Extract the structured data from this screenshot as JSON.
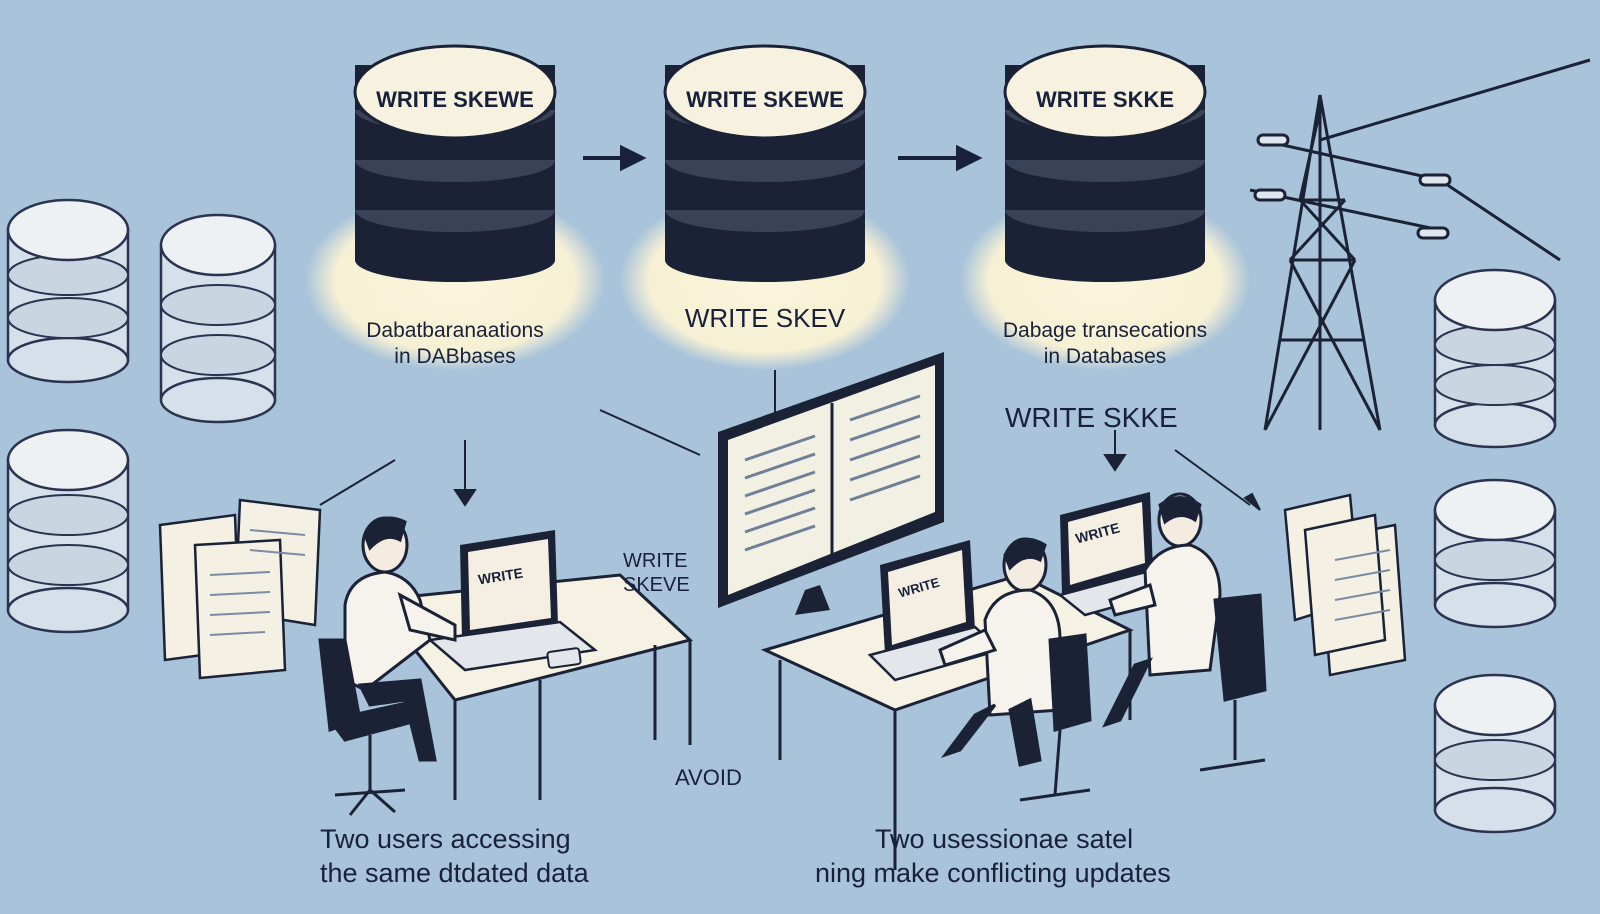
{
  "colors": {
    "background": "#a9c4da",
    "ink": "#18203a",
    "cream": "#f6f2df",
    "pale_disk": "#dfe8f0"
  },
  "top_databases": [
    {
      "label": "WRITE SKEWE",
      "caption_line1": "Dabatbaranaations",
      "caption_line2": "in DABbases"
    },
    {
      "label": "WRITE SKEWE",
      "caption_line1": "WRITE SKEV",
      "caption_line2": ""
    },
    {
      "label": "WRITE SKKE",
      "caption_line1": "Dabage transecations",
      "caption_line2": "in Databases"
    }
  ],
  "side_labels": {
    "middle_line1": "WRITE",
    "middle_line2": "SKEVE",
    "right_heading": "WRITE SKKE",
    "avoid": "AVOID"
  },
  "screens": {
    "left_laptop": "WRITE",
    "right_laptop_a": "WRITE",
    "right_laptop_b": "WRITE"
  },
  "bottom_captions": {
    "left_line1": "Two users accessing",
    "left_line2": "the same dtdated data",
    "right_line1": "Two usessionae satel",
    "right_line2": "ning make conflicting updates"
  }
}
